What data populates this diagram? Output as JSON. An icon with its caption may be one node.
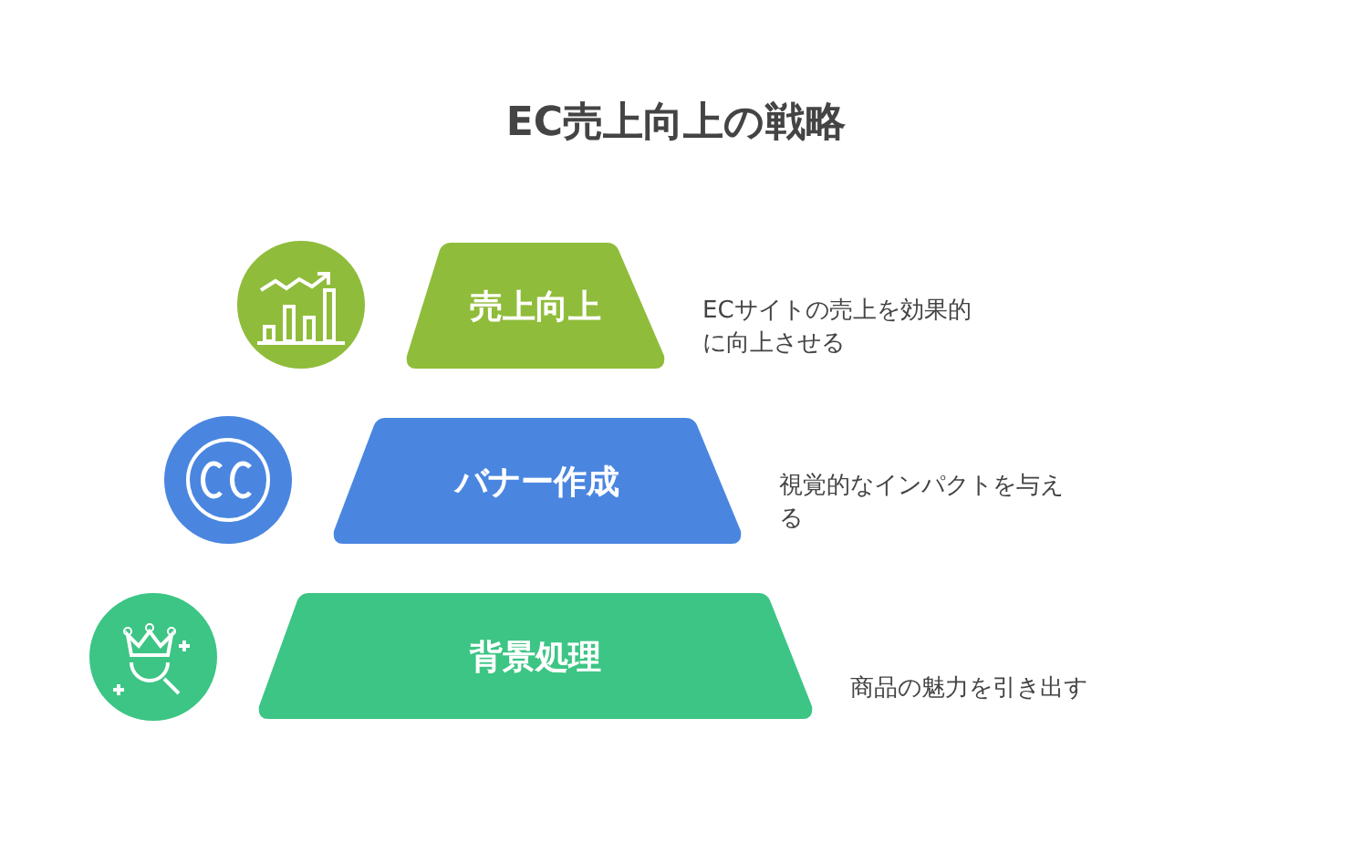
{
  "diagram": {
    "title": "EC売上向上の戦略",
    "nodes": [
      {
        "text": [
          "売上向上"
        ],
        "beside": [
          "ECサイトの売上を効果的に向上させる"
        ]
      },
      {
        "text": [
          "バナー作成"
        ],
        "beside": [
          "視覚的なインパクトを与える"
        ]
      },
      {
        "text": [
          "背景処理"
        ],
        "beside": [
          "商品の魅力を引き出す"
        ]
      }
    ],
    "edges": []
  }
}
